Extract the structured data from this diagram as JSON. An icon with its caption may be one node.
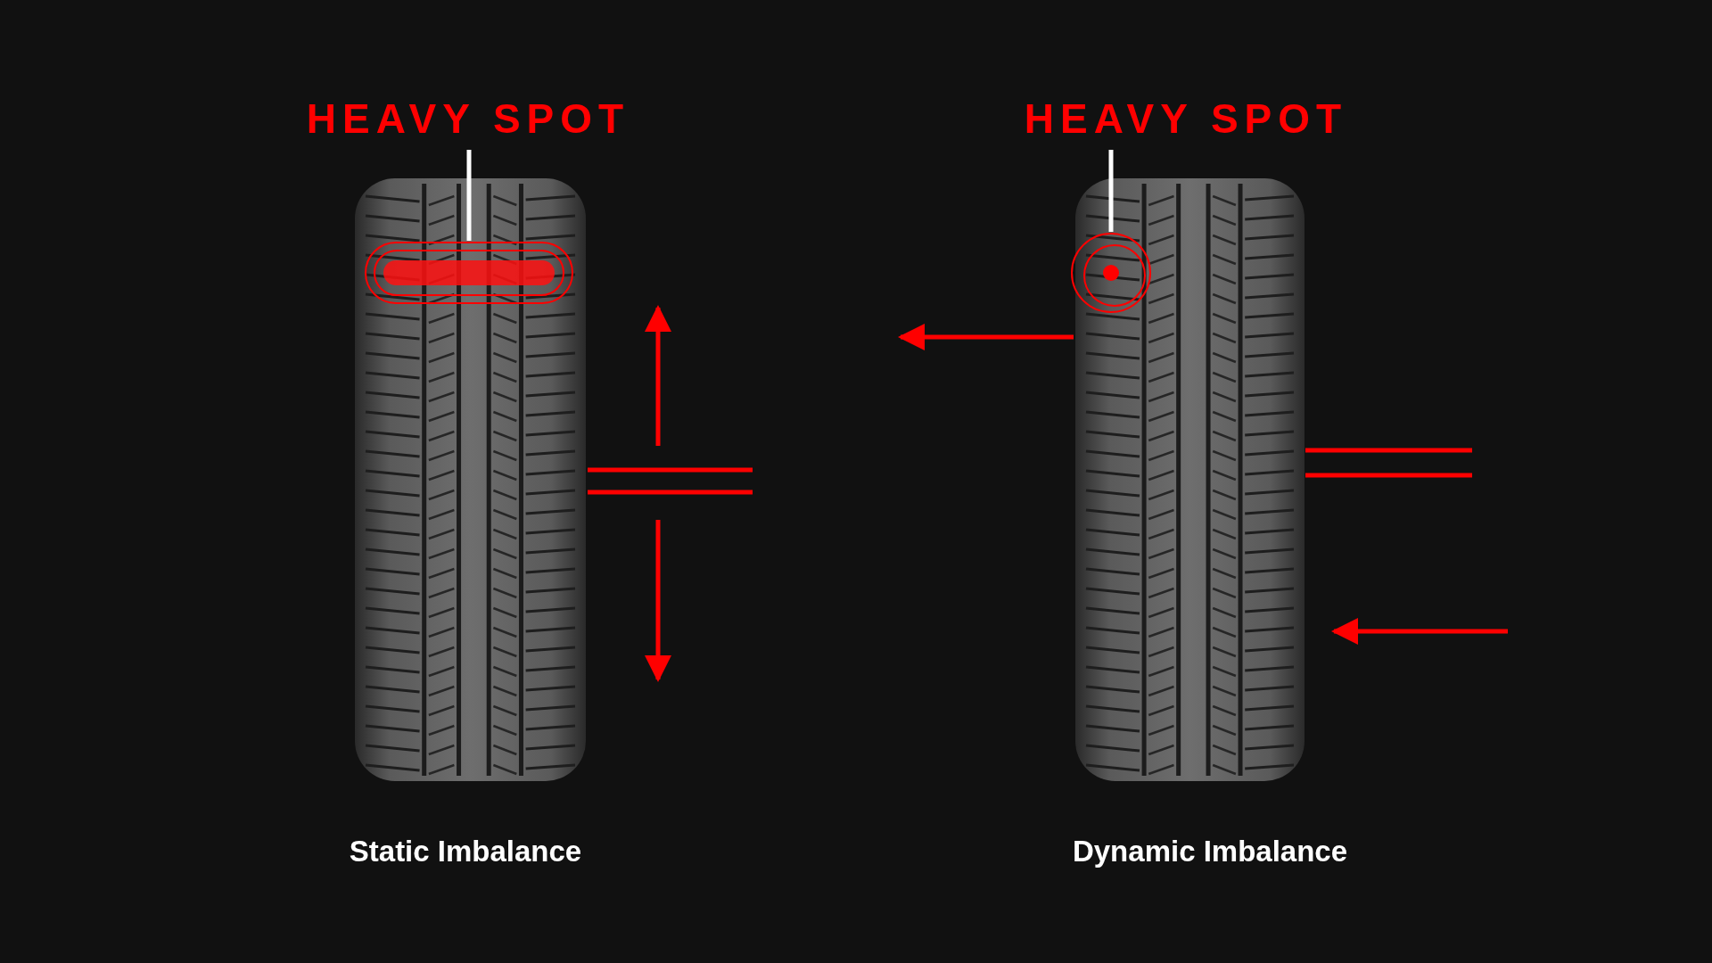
{
  "diagram": {
    "nodes": [
      {
        "text": [
          "HEAVY SPOT"
        ]
      },
      {
        "text": [],
        "shape": "ellipse"
      },
      {
        "text": [
          "HEAVY SPOT"
        ]
      },
      {
        "text": [],
        "shape": "circle"
      }
    ],
    "edges": [
      {
        "from": 0,
        "to": 1,
        "arrow": "none",
        "color": "#ffffff"
      },
      {
        "from": 2,
        "to": 3,
        "arrow": "none",
        "color": "#ffffff"
      }
    ],
    "labels": [
      "Static Imbalance",
      "Dynamic Imbalance"
    ]
  }
}
